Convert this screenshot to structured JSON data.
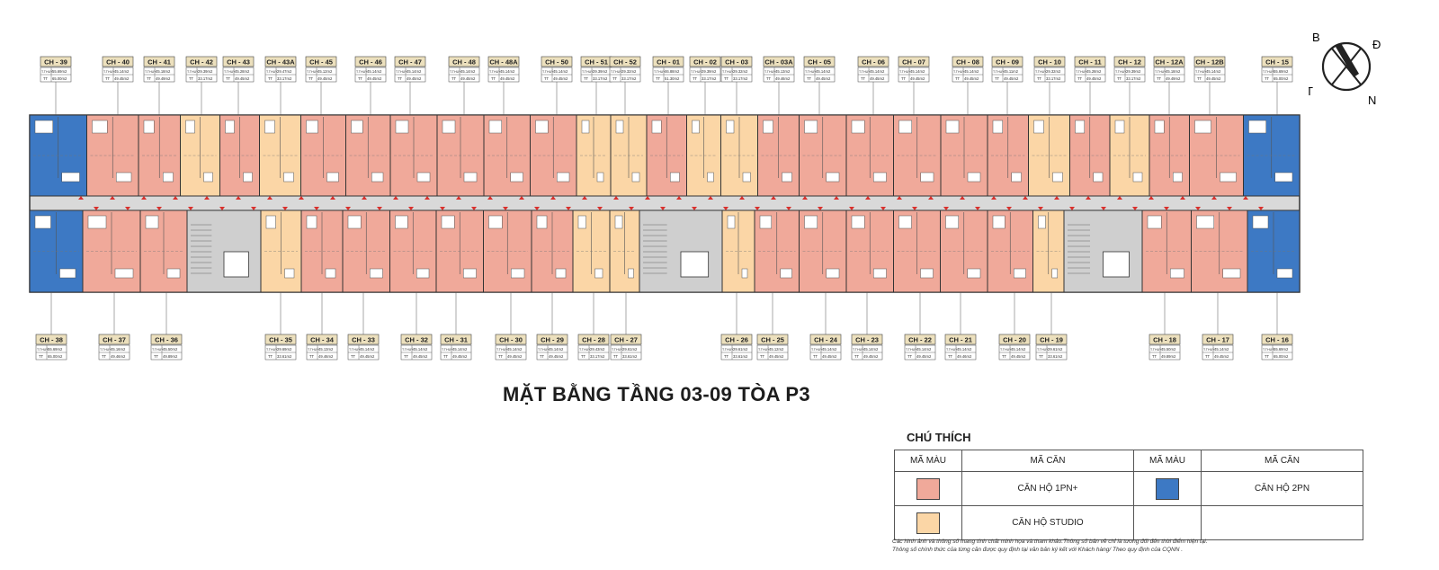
{
  "title": "MẶT BẰNG TẦNG 03-09 TÒA P3",
  "colors": {
    "one_bed": "#f0a99a",
    "studio": "#fbd6a6",
    "two_bed": "#3d79c4",
    "corridor": "#d9d9d9",
    "label_bg": "#ece0bd"
  },
  "compass": {
    "B": "B",
    "D": "Đ",
    "T": "T",
    "N": "N"
  },
  "top_units": [
    {
      "code": "CH - 39",
      "tt": "55.69m2",
      "tt2": "65.00m2",
      "type": "2pn"
    },
    {
      "code": "CH - 40",
      "tt": "45.14m2",
      "tt2": "49.45m2",
      "type": "1pn"
    },
    {
      "code": "CH - 41",
      "tt": "45.18m2",
      "tt2": "49.49m2",
      "type": "1pn"
    },
    {
      "code": "CH - 42",
      "tt": "29.39m2",
      "tt2": "33.17m2",
      "type": "studio"
    },
    {
      "code": "CH - 43",
      "tt": "45.28m2",
      "tt2": "49.45m2",
      "type": "1pn"
    },
    {
      "code": "CH - 43A",
      "tt": "29.47m2",
      "tt2": "33.17m2",
      "type": "studio"
    },
    {
      "code": "CH - 45",
      "tt": "45.12m2",
      "tt2": "49.45m2",
      "type": "1pn"
    },
    {
      "code": "CH - 46",
      "tt": "45.14m2",
      "tt2": "49.45m2",
      "type": "1pn"
    },
    {
      "code": "CH - 47",
      "tt": "45.14m2",
      "tt2": "49.45m2",
      "type": "1pn"
    },
    {
      "code": "CH - 48",
      "tt": "45.14m2",
      "tt2": "49.45m2",
      "type": "1pn"
    },
    {
      "code": "CH - 48A",
      "tt": "45.14m2",
      "tt2": "49.45m2",
      "type": "1pn"
    },
    {
      "code": "CH - 50",
      "tt": "45.14m2",
      "tt2": "49.45m2",
      "type": "1pn"
    },
    {
      "code": "CH - 51",
      "tt": "29.39m2",
      "tt2": "33.17m2",
      "type": "studio"
    },
    {
      "code": "CH - 52",
      "tt": "29.32m2",
      "tt2": "33.17m2",
      "type": "studio"
    },
    {
      "code": "CH - 01",
      "tt": "46.88m2",
      "tt2": "51.30m2",
      "type": "1pn"
    },
    {
      "code": "CH - 02",
      "tt": "29.39m2",
      "tt2": "33.17m2",
      "type": "studio"
    },
    {
      "code": "CH - 03",
      "tt": "29.32m2",
      "tt2": "33.17m2",
      "type": "studio"
    },
    {
      "code": "CH - 03A",
      "tt": "45.13m2",
      "tt2": "49.46m2",
      "type": "1pn"
    },
    {
      "code": "CH - 05",
      "tt": "45.14m2",
      "tt2": "49.45m2",
      "type": "1pn"
    },
    {
      "code": "CH - 06",
      "tt": "45.14m2",
      "tt2": "49.45m2",
      "type": "1pn"
    },
    {
      "code": "CH - 07",
      "tt": "45.14m2",
      "tt2": "49.45m2",
      "type": "1pn"
    },
    {
      "code": "CH - 08",
      "tt": "45.14m2",
      "tt2": "49.45m2",
      "type": "1pn"
    },
    {
      "code": "CH - 09",
      "tt": "45.11m2",
      "tt2": "49.45m2",
      "type": "1pn"
    },
    {
      "code": "CH - 10",
      "tt": "29.32m2",
      "tt2": "33.17m2",
      "type": "studio"
    },
    {
      "code": "CH - 11",
      "tt": "45.28m2",
      "tt2": "49.45m2",
      "type": "1pn"
    },
    {
      "code": "CH - 12",
      "tt": "29.39m2",
      "tt2": "33.17m2",
      "type": "studio"
    },
    {
      "code": "CH - 12A",
      "tt": "45.18m2",
      "tt2": "49.49m2",
      "type": "1pn"
    },
    {
      "code": "CH - 12B",
      "tt": "45.14m2",
      "tt2": "49.45m2",
      "type": "1pn"
    },
    {
      "code": "CH - 15",
      "tt": "55.69m2",
      "tt2": "65.00m2",
      "type": "2pn"
    }
  ],
  "bottom_units": [
    {
      "code": "CH - 38",
      "tt": "55.69m2",
      "tt2": "65.00m2",
      "type": "2pn"
    },
    {
      "code": "CH - 37",
      "tt": "45.16m2",
      "tt2": "49.46m2",
      "type": "1pn"
    },
    {
      "code": "CH - 36",
      "tt": "45.50m2",
      "tt2": "49.89m2",
      "type": "1pn"
    },
    {
      "code": "CH - 35",
      "tt": "29.69m2",
      "tt2": "33.61m2",
      "type": "studio"
    },
    {
      "code": "CH - 34",
      "tt": "45.13m2",
      "tt2": "49.46m2",
      "type": "1pn"
    },
    {
      "code": "CH - 33",
      "tt": "45.14m2",
      "tt2": "49.45m2",
      "type": "1pn"
    },
    {
      "code": "CH - 32",
      "tt": "45.14m2",
      "tt2": "49.45m2",
      "type": "1pn"
    },
    {
      "code": "CH - 31",
      "tt": "45.14m2",
      "tt2": "49.45m2",
      "type": "1pn"
    },
    {
      "code": "CH - 30",
      "tt": "45.14m2",
      "tt2": "49.45m2",
      "type": "1pn"
    },
    {
      "code": "CH - 29",
      "tt": "45.14m2",
      "tt2": "49.45m2",
      "type": "1pn"
    },
    {
      "code": "CH - 28",
      "tt": "29.43m2",
      "tt2": "33.17m2",
      "type": "studio"
    },
    {
      "code": "CH - 27",
      "tt": "29.61m2",
      "tt2": "33.61m2",
      "type": "studio"
    },
    {
      "code": "CH - 26",
      "tt": "29.61m2",
      "tt2": "33.61m2",
      "type": "studio"
    },
    {
      "code": "CH - 25",
      "tt": "45.12m2",
      "tt2": "49.45m2",
      "type": "1pn"
    },
    {
      "code": "CH - 24",
      "tt": "45.14m2",
      "tt2": "49.45m2",
      "type": "1pn"
    },
    {
      "code": "CH - 23",
      "tt": "45.14m2",
      "tt2": "49.45m2",
      "type": "1pn"
    },
    {
      "code": "CH - 22",
      "tt": "45.14m2",
      "tt2": "49.45m2",
      "type": "1pn"
    },
    {
      "code": "CH - 21",
      "tt": "45.14m2",
      "tt2": "49.46m2",
      "type": "1pn"
    },
    {
      "code": "CH - 20",
      "tt": "45.14m2",
      "tt2": "49.45m2",
      "type": "1pn"
    },
    {
      "code": "CH - 19",
      "tt": "29.61m2",
      "tt2": "33.61m2",
      "type": "studio"
    },
    {
      "code": "CH - 18",
      "tt": "45.50m2",
      "tt2": "49.89m2",
      "type": "1pn"
    },
    {
      "code": "CH - 17",
      "tt": "45.14m2",
      "tt2": "49.45m2",
      "type": "1pn"
    },
    {
      "code": "CH - 16",
      "tt": "55.69m2",
      "tt2": "65.00m2",
      "type": "2pn"
    }
  ],
  "label_prefixes": {
    "thuy": "T.THUỶ",
    "tt": "TT"
  },
  "legend": {
    "title": "CHÚ THÍCH",
    "col_color": "MÃ MÀU",
    "col_unit": "MÃ CĂN",
    "rows": [
      {
        "type": "1pn",
        "label": "CĂN HỘ 1PN+"
      },
      {
        "type": "studio",
        "label": "CĂN HỘ STUDIO"
      }
    ],
    "right_rows": [
      {
        "type": "2pn",
        "label": "CĂN HỘ 2PN"
      }
    ]
  },
  "notes": [
    "Các hình ảnh và thông số mang tính chất minh họa và tham khảo.Thông số bản vẽ chỉ là tương đối đến thời điểm hiện tại.",
    "Thông số chính thức của từng căn được quy định tại văn bản ký kết với Khách hàng/ Theo quy định của CQNN ."
  ]
}
